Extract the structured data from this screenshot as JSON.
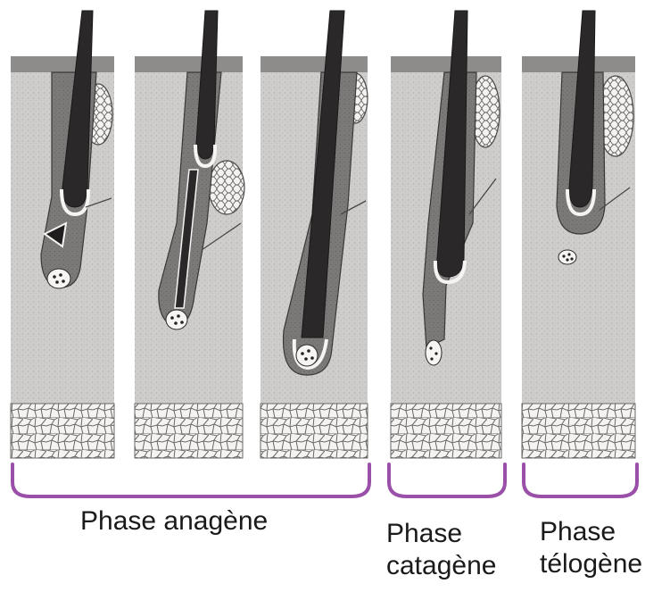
{
  "labels": {
    "anagen": "Phase anagène",
    "catagen": [
      "Phase",
      "catagène"
    ],
    "telogen": [
      "Phase",
      "télogène"
    ]
  },
  "colors": {
    "bracket": "#9a4fa8",
    "skin": "#cfcdcb",
    "epidermis": "#8e8c8a",
    "hair_shaft": "#2a2828",
    "sheath": "#6e6c6a",
    "fat_grid": "#7a7876"
  }
}
